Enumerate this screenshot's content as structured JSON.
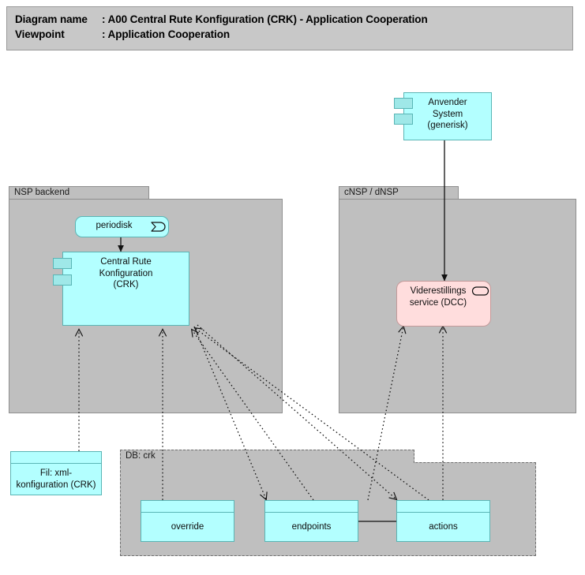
{
  "header": {
    "line1_key": "Diagram name",
    "line1_val": ": A00 Central Rute Konfiguration (CRK) - Application Cooperation",
    "line2_key": "Viewpoint",
    "line2_val": ": Application Cooperation"
  },
  "colors": {
    "application": "#b3ffff",
    "application_border": "#5ab5b5",
    "service": "#ffdddd",
    "service_border": "#c49a9a",
    "group": "#bfbfbf",
    "group_border": "#8f8f8f",
    "banner": "#c8c8c8",
    "connector": "#1a1a1a"
  },
  "groups": [
    {
      "id": "nsp-backend",
      "label": "NSP backend"
    },
    {
      "id": "cnsp-dnsp",
      "label": "cNSP / dNSP"
    },
    {
      "id": "db-crk",
      "label": "DB: crk"
    }
  ],
  "elements": [
    {
      "id": "anvender-system",
      "label": "Anvender System\n(generisk)",
      "kind": "application-component",
      "icon": "component-stubs-icon"
    },
    {
      "id": "periodisk",
      "label": "periodisk",
      "kind": "application-event",
      "icon": "application-event-icon"
    },
    {
      "id": "crk",
      "label": "Central Rute Konfiguration\n(CRK)",
      "kind": "application-component",
      "icon": "component-stubs-icon"
    },
    {
      "id": "videre-dcc",
      "label": "Viderestillings\nservice (DCC)",
      "kind": "application-service",
      "icon": "application-service-icon"
    },
    {
      "id": "fil-xml",
      "label": "Fil: xml-\nkonfiguration (CRK)",
      "kind": "data-object",
      "icon": "data-object-icon"
    },
    {
      "id": "tbl-override",
      "label": "override",
      "kind": "data-object",
      "icon": "data-object-icon"
    },
    {
      "id": "tbl-endpoints",
      "label": "endpoints",
      "kind": "data-object",
      "icon": "data-object-icon"
    },
    {
      "id": "tbl-actions",
      "label": "actions",
      "kind": "data-object",
      "icon": "data-object-icon"
    }
  ],
  "connections": [
    {
      "id": "anvender-to-dcc",
      "from": "anvender-system",
      "to": "videre-dcc",
      "style": "solid",
      "arrow": "filled"
    },
    {
      "id": "periodisk-to-crk",
      "from": "periodisk",
      "to": "crk",
      "style": "solid",
      "arrow": "filled"
    },
    {
      "id": "fil-to-crk",
      "from": "fil-xml",
      "to": "crk",
      "style": "dotted",
      "arrow": "open"
    },
    {
      "id": "override-to-crk",
      "from": "tbl-override",
      "to": "crk",
      "style": "dotted",
      "arrow": "open"
    },
    {
      "id": "endpoints-to-crk",
      "from": "tbl-endpoints",
      "to": "crk",
      "style": "dotted",
      "arrow": "open"
    },
    {
      "id": "actions-to-crk",
      "from": "tbl-actions",
      "to": "crk",
      "style": "dotted",
      "arrow": "open"
    },
    {
      "id": "crk-to-endpoints",
      "from": "crk",
      "to": "tbl-endpoints",
      "style": "dotted",
      "arrow": "open"
    },
    {
      "id": "crk-to-actions",
      "from": "crk",
      "to": "tbl-actions",
      "style": "dotted",
      "arrow": "open"
    },
    {
      "id": "endpoints-to-dcc",
      "from": "tbl-endpoints",
      "to": "videre-dcc",
      "style": "dotted",
      "arrow": "open"
    },
    {
      "id": "actions-to-dcc",
      "from": "tbl-actions",
      "to": "videre-dcc",
      "style": "dotted",
      "arrow": "open"
    },
    {
      "id": "endpoints-actions-link",
      "from": "tbl-endpoints",
      "to": "tbl-actions",
      "style": "solid",
      "arrow": "none"
    }
  ]
}
